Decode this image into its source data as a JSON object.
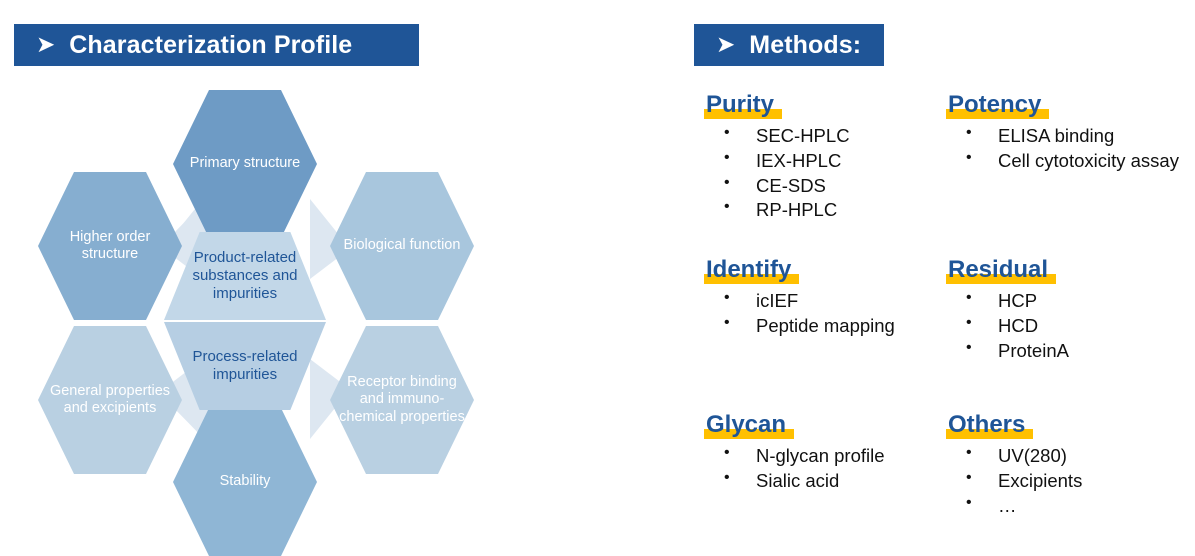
{
  "banners": {
    "left": {
      "arrow_icon": "chevron-right-arrow",
      "title": "Characterization Profile"
    },
    "right": {
      "arrow_icon": "chevron-right-arrow",
      "title": "Methods:"
    }
  },
  "colors": {
    "banner_blue": "#1f5597",
    "heading_blue": "#1f5597",
    "highlight_yellow": "#ffc000",
    "hex_dark": "#6e9bc5",
    "hex_mid": "#86aed0",
    "hex_light": "#a8c6dd",
    "hex_lighter": "#b9d0e2",
    "hex_pale": "#cadcea",
    "wedge": "#dde7f1"
  },
  "diagram": {
    "name": "characterization-profile-hexagons",
    "hexagons": [
      {
        "id": "primary-structure",
        "label": "Primary structure",
        "role": "outer",
        "color": "#6e9bc5"
      },
      {
        "id": "higher-order",
        "label": "Higher order structure",
        "role": "outer",
        "color": "#86aed0"
      },
      {
        "id": "biological-function",
        "label": "Biological function",
        "role": "outer",
        "color": "#a8c6dd"
      },
      {
        "id": "general-properties",
        "label": "General properties and excipients",
        "role": "outer",
        "color": "#b9d0e2"
      },
      {
        "id": "receptor-binding",
        "label": "Receptor binding and immuno-chemical properties",
        "role": "outer",
        "color": "#b9d0e2"
      },
      {
        "id": "stability",
        "label": "Stability",
        "role": "outer",
        "color": "#8fb6d5"
      },
      {
        "id": "product-related",
        "label": "Product-related substances and impurities",
        "role": "center",
        "color": "#c2d7e8"
      },
      {
        "id": "process-related",
        "label": "Process-related impurities",
        "role": "center",
        "color": "#b6cee3"
      }
    ]
  },
  "methods": {
    "groups": [
      {
        "id": "purity",
        "heading": "Purity",
        "items": [
          "SEC-HPLC",
          "IEX-HPLC",
          "CE-SDS",
          "RP-HPLC"
        ]
      },
      {
        "id": "potency",
        "heading": "Potency",
        "items": [
          "ELISA binding",
          "Cell cytotoxicity assay"
        ]
      },
      {
        "id": "identify",
        "heading": "Identify",
        "items": [
          "icIEF",
          "Peptide mapping"
        ]
      },
      {
        "id": "residual",
        "heading": "Residual",
        "items": [
          "HCP",
          "HCD",
          "ProteinA"
        ]
      },
      {
        "id": "glycan",
        "heading": "Glycan",
        "items": [
          "N-glycan profile",
          "Sialic acid"
        ]
      },
      {
        "id": "others",
        "heading": "Others",
        "items": [
          "UV(280)",
          "Excipients",
          "…"
        ]
      }
    ],
    "bullet_glyph": "•"
  }
}
